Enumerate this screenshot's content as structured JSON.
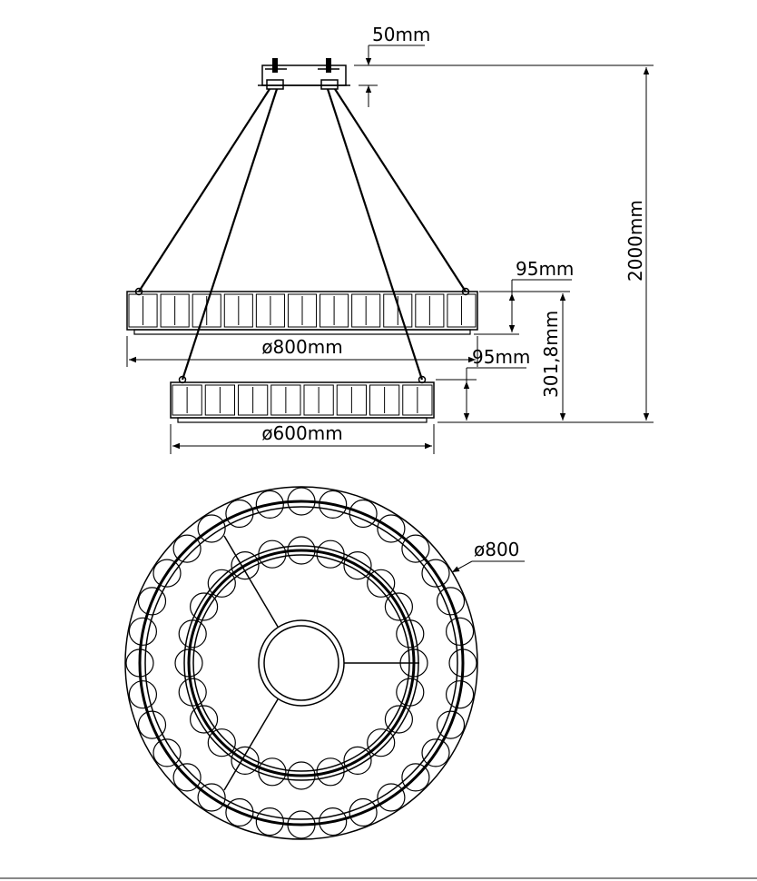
{
  "side_view": {
    "dims": {
      "canopy_height": "50mm",
      "total_height": "2000mm",
      "upper_ring_height": "95mm",
      "upper_ring_diameter": "ø800mm",
      "lower_ring_height": "95mm",
      "ring_gap": "301,8mm",
      "lower_ring_diameter": "ø600mm"
    }
  },
  "top_view": {
    "dims": {
      "outer_diameter": "ø800"
    }
  }
}
